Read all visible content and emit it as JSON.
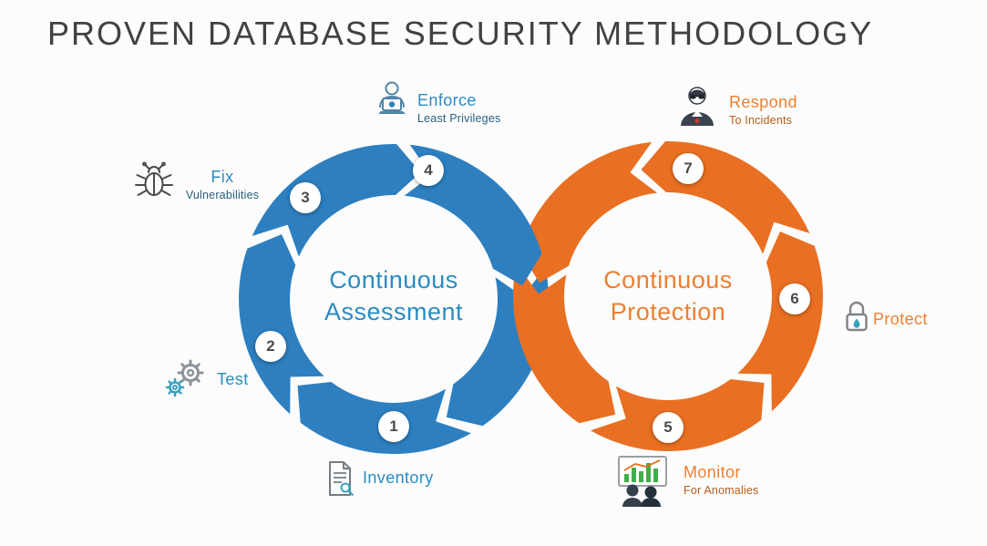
{
  "title": "PROVEN DATABASE SECURITY METHODOLOGY",
  "colors": {
    "assessment_blue": "#2d7fc0",
    "protection_orange": "#e96f22",
    "assessment_text": "#2b8cc2",
    "protection_text": "#ee7f2f",
    "blue_sublabel": "#27607f",
    "orange_sublabel": "#b65c17",
    "badge_text": "#4a4a4a",
    "title_color": "#414141"
  },
  "cycles": [
    {
      "name": "continuous-assessment",
      "label_line1": "Continuous",
      "label_line2": "Assessment"
    },
    {
      "name": "continuous-protection",
      "label_line1": "Continuous",
      "label_line2": "Protection"
    }
  ],
  "steps": [
    {
      "num": "1",
      "label": "Inventory",
      "sublabel": "",
      "icon": "document-magnifier-icon",
      "cycle": "assessment"
    },
    {
      "num": "2",
      "label": "Test",
      "sublabel": "",
      "icon": "gears-icon",
      "cycle": "assessment"
    },
    {
      "num": "3",
      "label": "Fix",
      "sublabel": "Vulnerabilities",
      "icon": "bug-icon",
      "cycle": "assessment"
    },
    {
      "num": "4",
      "label": "Enforce",
      "sublabel": "Least Privileges",
      "icon": "person-laptop-icon",
      "cycle": "assessment"
    },
    {
      "num": "5",
      "label": "Monitor",
      "sublabel": "For Anomalies",
      "icon": "analysts-chart-icon",
      "cycle": "protection"
    },
    {
      "num": "6",
      "label": "Protect",
      "sublabel": "",
      "icon": "padlock-icon",
      "cycle": "protection"
    },
    {
      "num": "7",
      "label": "Respond",
      "sublabel": "To Incidents",
      "icon": "security-agent-icon",
      "cycle": "protection"
    }
  ]
}
